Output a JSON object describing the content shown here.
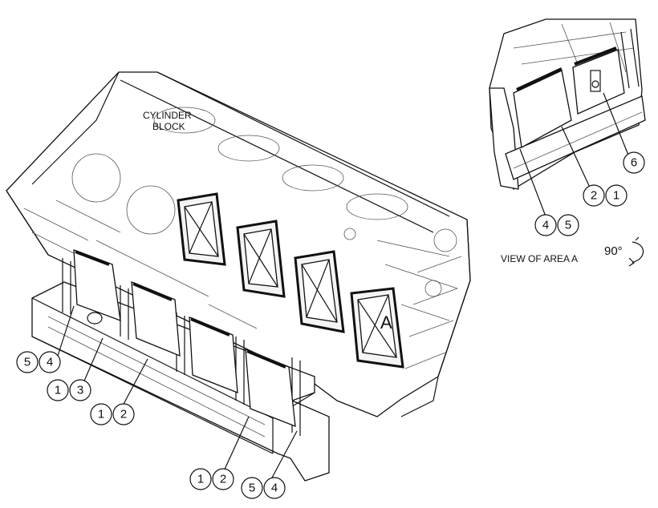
{
  "labels": {
    "cylinder_block_line1": "CYLINDER",
    "cylinder_block_line2": "BLOCK",
    "area_marker": "A",
    "view_caption": "VIEW OF AREA  A",
    "rotation": "90°"
  },
  "callouts": {
    "left_a_1": "5",
    "left_a_2": "4",
    "left_b_1": "1",
    "left_b_2": "3",
    "left_c_1": "1",
    "left_c_2": "2",
    "bottom_a_1": "1",
    "bottom_a_2": "2",
    "bottom_b_1": "5",
    "bottom_b_2": "4",
    "detail_a": "6",
    "detail_b_1": "2",
    "detail_b_2": "1",
    "detail_c_1": "4",
    "detail_c_2": "5"
  }
}
